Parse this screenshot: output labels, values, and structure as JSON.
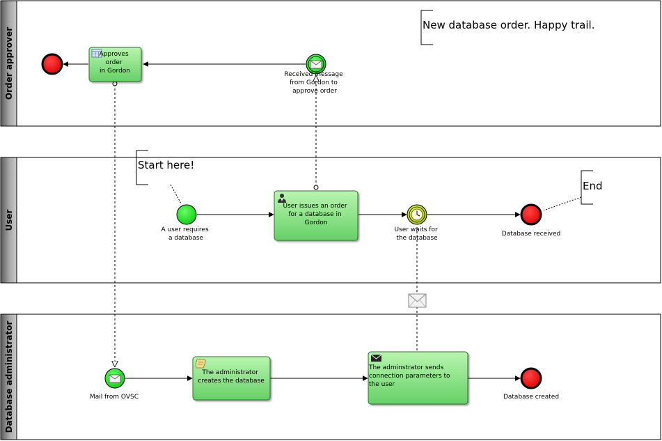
{
  "lanes": [
    {
      "id": "order-approver",
      "title": "Order approver"
    },
    {
      "id": "user",
      "title": "User"
    },
    {
      "id": "database-administrator",
      "title": "Database administrator"
    }
  ],
  "annotations": {
    "happy_trail": "New database order. Happy trail.",
    "start_here": "Start here!",
    "end": "End"
  },
  "tasks": {
    "approves_order": [
      "Approves",
      "order",
      "in Gordon"
    ],
    "user_issues_order": [
      "User issues an order",
      "for a database in",
      "Gordon"
    ],
    "admin_creates_db": [
      "The administrator",
      "creates the database"
    ],
    "admin_sends_params": [
      "The adminstrator sends",
      "connection parameters to",
      "the user"
    ]
  },
  "events": {
    "received_message": [
      "Received message",
      "from Gordon to",
      "approve order"
    ],
    "user_requires_db": [
      "A user requires",
      "a database"
    ],
    "user_waits": [
      "User waits for",
      "the database"
    ],
    "database_received": [
      "Database received"
    ],
    "mail_from_ovsc": [
      "Mail from OVSC"
    ],
    "database_created": [
      "Database created"
    ]
  },
  "colors": {
    "task_fill": "#8ee68e",
    "task_stroke": "#2f6b2f",
    "start_event": "#22dd22",
    "end_event": "#ee1111",
    "timer_event": "#ccee22",
    "lane_header": "#8a8a8a"
  }
}
